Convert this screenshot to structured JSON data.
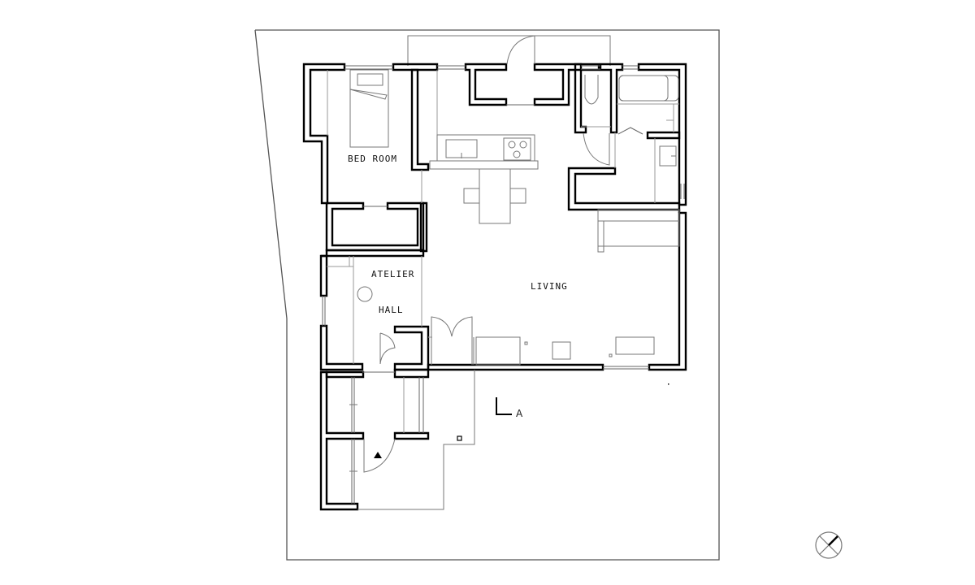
{
  "drawing": {
    "type": "architectural floor plan",
    "rooms": [
      {
        "id": "bedroom",
        "label": "BED ROOM"
      },
      {
        "id": "atelier",
        "label": "ATELIER"
      },
      {
        "id": "hall",
        "label": "HALL"
      },
      {
        "id": "living",
        "label": "LIVING"
      }
    ],
    "section_marker": {
      "label": "A"
    },
    "north_arrow": {
      "name": "north-arrow"
    },
    "entrance_marker": {
      "symbol": "▲"
    },
    "colors": {
      "walls": "#000000",
      "site_boundary": "#555555",
      "furniture": "#777777",
      "background": "#ffffff"
    }
  }
}
